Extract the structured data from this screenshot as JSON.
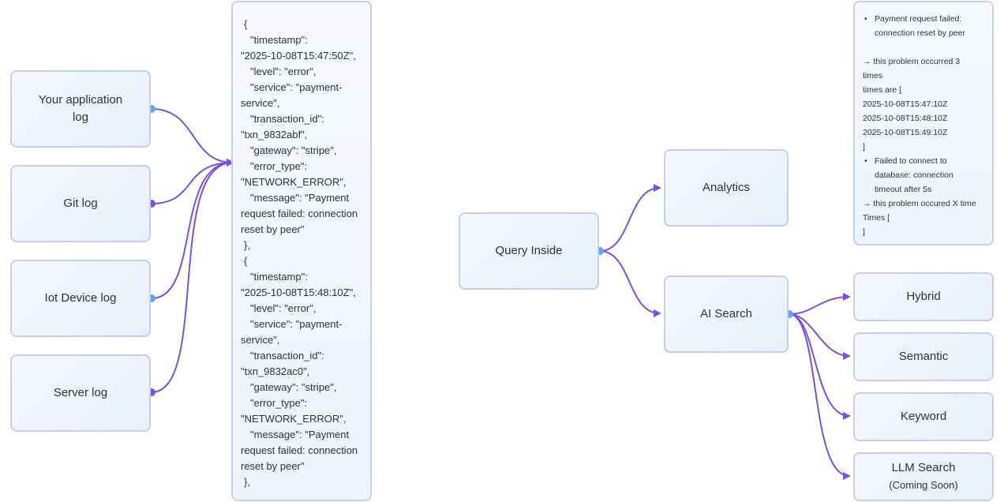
{
  "sources": [
    {
      "line1": "Your application",
      "line2": "log"
    },
    {
      "line1": "Git log",
      "line2": ""
    },
    {
      "line1": "Iot Device log",
      "line2": ""
    },
    {
      "line1": "Server log",
      "line2": ""
    }
  ],
  "json_lines": [
    "{",
    "\"timestamp\":",
    "\"2025-10-08T15:47:50Z\",",
    "\"level\": \"error\",",
    "\"service\": \"payment-",
    "service\",",
    "\"transaction_id\":",
    "\"txn_9832abf\",",
    "\"gateway\": \"stripe\",",
    "\"error_type\":",
    "\"NETWORK_ERROR\",",
    "\"message\": \"Payment",
    "request failed: connection",
    "reset by peer\"",
    "},",
    "{",
    "\"timestamp\":",
    "\"2025-10-08T15:48:10Z\",",
    "\"level\": \"error\",",
    "\"service\": \"payment-",
    "service\",",
    "\"transaction_id\":",
    "\"txn_9832ac0\",",
    "\"gateway\": \"stripe\",",
    "\"error_type\":",
    "\"NETWORK_ERROR\",",
    "\"message\": \"Payment",
    "request failed: connection",
    "reset by peer\"",
    "},"
  ],
  "query": {
    "label": "Query Inside"
  },
  "branches": {
    "analytics": "Analytics",
    "ai_search": "AI Search"
  },
  "search_modes": [
    {
      "line1": "Hybrid",
      "line2": ""
    },
    {
      "line1": "Semantic",
      "line2": ""
    },
    {
      "line1": "Keyword",
      "line2": ""
    },
    {
      "line1": "LLM Search",
      "line2": "(Coming Soon)"
    }
  ],
  "result_lines": [
    "Payment request failed:",
    "connection reset by peer",
    "",
    "→ this problem occurred 3",
    "times",
    "times are [",
    "2025-10-08T15:47:10Z",
    "2025-10-08T15:48:10Z",
    "2025-10-08T15:49:10Z",
    "]",
    "Failed to connect to",
    "database: connection",
    "timeout after 5s",
    "→ this problem occured X time",
    "Times [",
    "]"
  ],
  "colors": {
    "edge": "#7a4fe3",
    "dot_blue": "#5aa4f5",
    "dot_purple": "#7a4fe3",
    "border": "#c9cdf3"
  }
}
